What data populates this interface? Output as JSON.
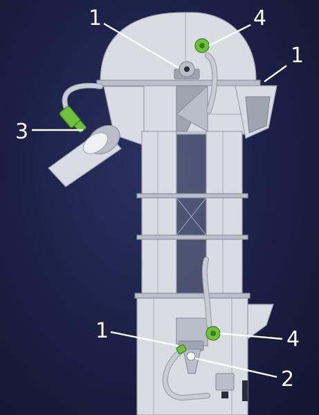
{
  "callouts": [
    {
      "id": "top-left-1",
      "label": "1"
    },
    {
      "id": "top-4",
      "label": "4"
    },
    {
      "id": "right-1",
      "label": "1"
    },
    {
      "id": "left-3",
      "label": "3"
    },
    {
      "id": "bottom-1",
      "label": "1"
    },
    {
      "id": "bottom-4",
      "label": "4"
    },
    {
      "id": "bottom-2",
      "label": "2"
    }
  ],
  "colors": {
    "background": "#1b1f45",
    "steel": "#d9dce2",
    "sensor_green": "#6cc23a",
    "label": "#ffffff"
  }
}
